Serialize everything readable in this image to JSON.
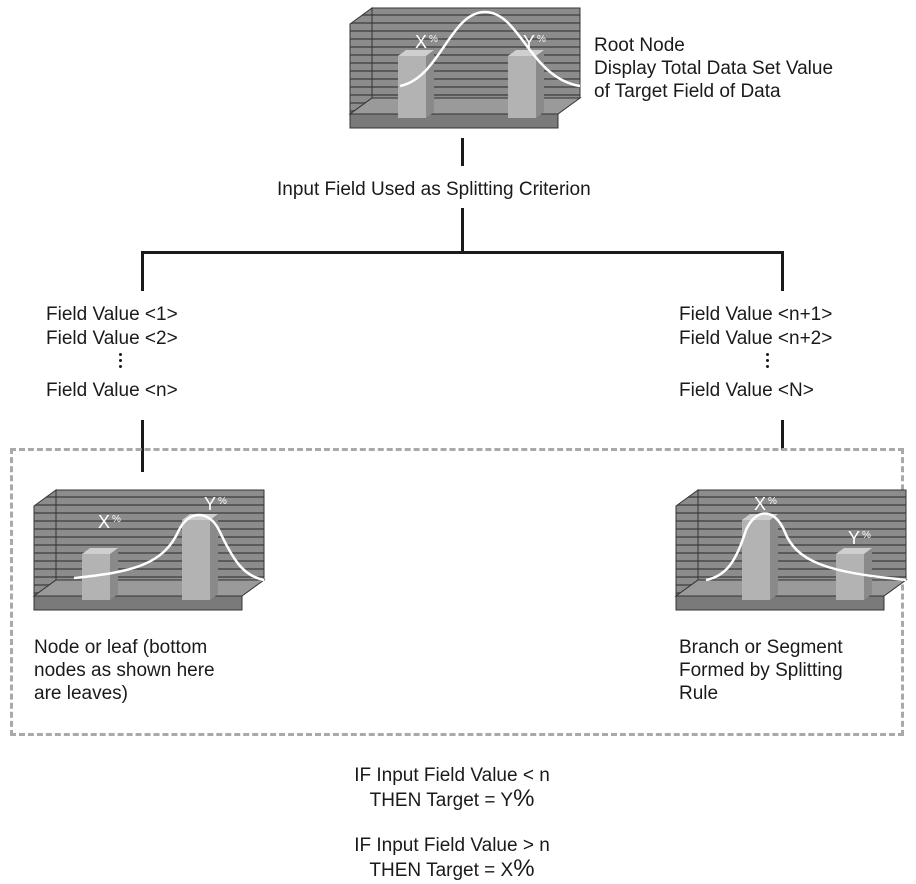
{
  "colors": {
    "wall": "#8c8c8c",
    "wall_stripe": "#5a5a5a",
    "floor": "#9a9a9a",
    "bar": "#b3b3b3",
    "curve": "#ffffff",
    "dash": "#a9a9a9"
  },
  "root": {
    "label_lines": [
      "Root Node",
      "Display Total Data Set Value",
      "of Target Field of Data"
    ],
    "x_label": "X",
    "y_label": "Y",
    "pct": "%"
  },
  "split_label": "Input Field Used as Splitting Criterion",
  "left_branch": {
    "values": [
      "Field Value <1>",
      "Field Value <2>",
      "Field Value <n>"
    ]
  },
  "right_branch": {
    "values": [
      "Field Value <n+1>",
      "Field Value <n+2>",
      "Field Value <N>"
    ]
  },
  "left_leaf": {
    "x_label": "X",
    "y_label": "Y",
    "pct": "%",
    "caption_lines": [
      "Node or leaf (bottom",
      "nodes as shown here",
      "are leaves)"
    ]
  },
  "right_leaf": {
    "x_label": "X",
    "y_label": "Y",
    "pct": "%",
    "caption_lines": [
      "Branch or Segment",
      "Formed by Splitting",
      "Rule"
    ]
  },
  "rules": [
    {
      "if": "IF  Input Field Value < n",
      "then_prefix": "THEN Target = ",
      "then_value": "Y",
      "pct": "%"
    },
    {
      "if": "IF  Input Field Value > n",
      "then_prefix": "THEN Target = ",
      "then_value": "X",
      "pct": "%"
    }
  ]
}
